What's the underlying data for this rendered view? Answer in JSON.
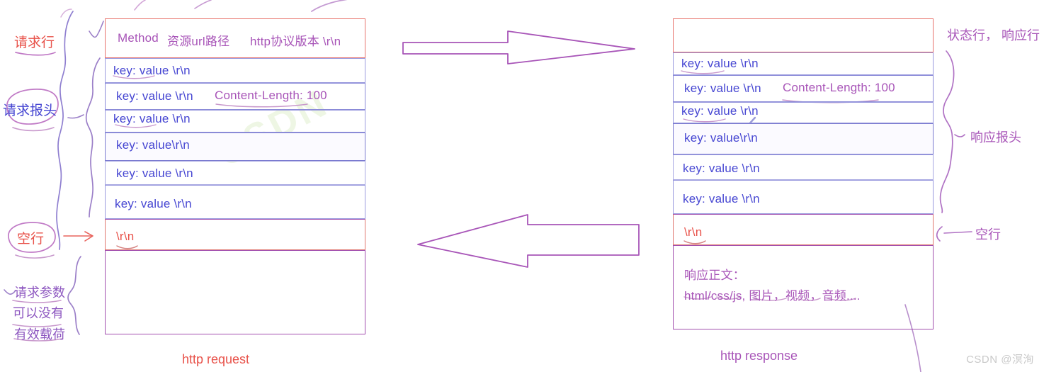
{
  "colors": {
    "red": "#e8524a",
    "blue": "#4646d2",
    "purple": "#a855b8",
    "violet": "#8d57c0",
    "pink_border": "#e8938e",
    "blue_border": "#8f8fe0",
    "watermark": "#c9c9c9"
  },
  "request": {
    "caption": "http request",
    "rows": [
      {
        "id": "request-line",
        "segments": [
          {
            "text": "Method",
            "color": "purple"
          },
          {
            "text": "资源url路径",
            "color": "purple"
          },
          {
            "text": "http协议版本 \\r\\n",
            "color": "purple"
          }
        ]
      },
      {
        "id": "header-1",
        "segments": [
          {
            "text": "key: value \\r\\n",
            "color": "blue"
          }
        ]
      },
      {
        "id": "header-2",
        "segments": [
          {
            "text": "key: value \\r\\n",
            "color": "blue"
          },
          {
            "text": "Content-Length: 100",
            "color": "purple"
          }
        ]
      },
      {
        "id": "header-3",
        "segments": [
          {
            "text": "key: value \\r\\n",
            "color": "blue"
          }
        ]
      },
      {
        "id": "header-4",
        "segments": [
          {
            "text": "key: value\\r\\n",
            "color": "blue"
          }
        ]
      },
      {
        "id": "header-5",
        "segments": [
          {
            "text": "key: value \\r\\n",
            "color": "blue"
          }
        ]
      },
      {
        "id": "header-6",
        "segments": [
          {
            "text": "key: value \\r\\n",
            "color": "blue"
          }
        ]
      },
      {
        "id": "blank-line",
        "segments": [
          {
            "text": "\\r\\n",
            "color": "red"
          }
        ]
      },
      {
        "id": "body",
        "segments": []
      }
    ]
  },
  "response": {
    "caption": "http response",
    "rows": [
      {
        "id": "status-line",
        "segments": []
      },
      {
        "id": "header-1",
        "segments": [
          {
            "text": "key: value \\r\\n",
            "color": "blue"
          }
        ]
      },
      {
        "id": "header-2",
        "segments": [
          {
            "text": "key: value \\r\\n",
            "color": "blue"
          },
          {
            "text": "Content-Length: 100",
            "color": "purple"
          }
        ]
      },
      {
        "id": "header-3",
        "segments": [
          {
            "text": "key: value \\r\\n",
            "color": "blue"
          }
        ]
      },
      {
        "id": "header-4",
        "segments": [
          {
            "text": "key: value\\r\\n",
            "color": "blue"
          }
        ]
      },
      {
        "id": "header-5",
        "segments": [
          {
            "text": "key: value \\r\\n",
            "color": "blue"
          }
        ]
      },
      {
        "id": "header-6",
        "segments": [
          {
            "text": "key: value \\r\\n",
            "color": "blue"
          }
        ]
      },
      {
        "id": "blank-line",
        "segments": [
          {
            "text": "\\r\\n",
            "color": "red"
          }
        ]
      },
      {
        "id": "body",
        "segments": [
          {
            "text": "响应正文：",
            "color": "purple"
          },
          {
            "text": "html/css/js, 图片，视频，音频....",
            "color": "purple"
          }
        ]
      }
    ]
  },
  "annotations": {
    "request_line_label": "请求行",
    "request_header_label": "请求报头",
    "blank_line_label_left": "空行",
    "request_params_label_1": "请求参数",
    "request_params_label_2": "可以没有",
    "request_params_label_3": "有效载荷",
    "status_line_label": "状态行， 响应行",
    "response_header_label": "响应报头",
    "blank_line_label_right": "空行"
  },
  "watermark": {
    "text": "CSDN @溟洵",
    "faint": "CSDN"
  }
}
